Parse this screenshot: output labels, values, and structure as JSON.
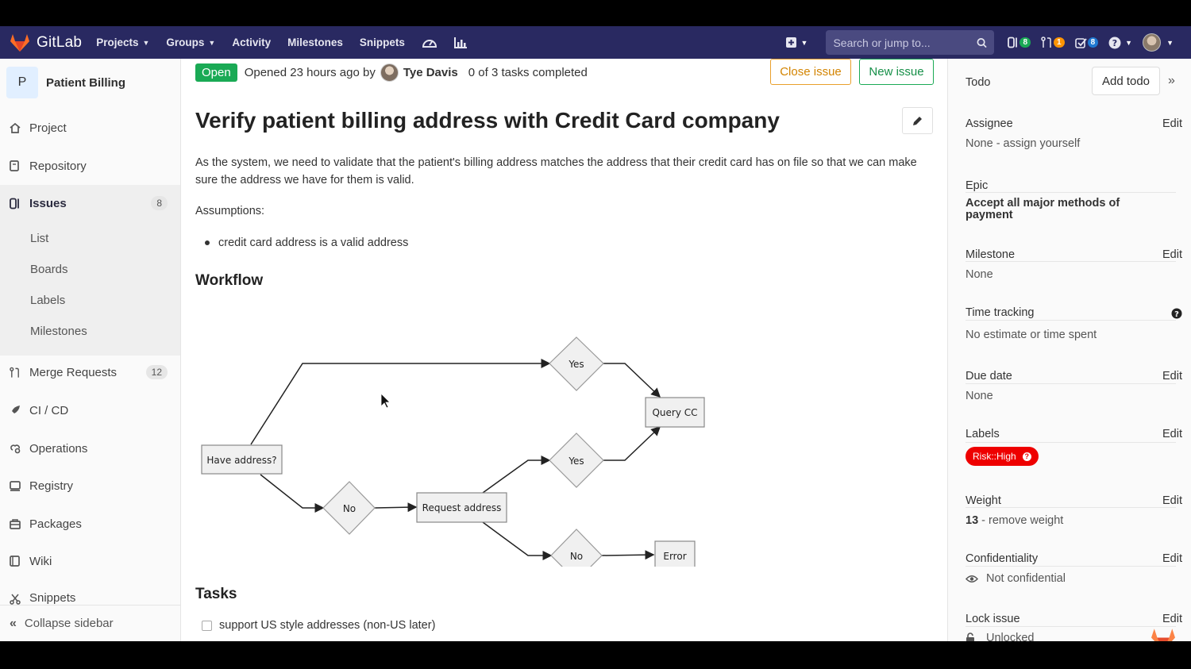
{
  "navbar": {
    "brand": "GitLab",
    "links": [
      {
        "label": "Projects",
        "has_caret": true
      },
      {
        "label": "Groups",
        "has_caret": true
      },
      {
        "label": "Activity",
        "has_caret": false
      },
      {
        "label": "Milestones",
        "has_caret": false
      },
      {
        "label": "Snippets",
        "has_caret": false
      }
    ],
    "search_placeholder": "Search or jump to...",
    "counters": {
      "issues": "8",
      "merge_requests": "1",
      "todos": "8"
    },
    "colors": {
      "bar": "#292961",
      "issues_pill": "#1aaa55",
      "mr_pill": "#fc9403",
      "todos_pill": "#1f78d1"
    }
  },
  "sidebar": {
    "project_initial": "P",
    "project_name": "Patient Billing",
    "items": [
      {
        "label": "Project",
        "icon": "home-icon"
      },
      {
        "label": "Repository",
        "icon": "document-icon"
      },
      {
        "label": "Issues",
        "icon": "issues-icon",
        "badge": "8",
        "active": true
      },
      {
        "label": "Merge Requests",
        "icon": "merge-request-icon",
        "badge": "12"
      },
      {
        "label": "CI / CD",
        "icon": "rocket-icon"
      },
      {
        "label": "Operations",
        "icon": "cloud-gear-icon"
      },
      {
        "label": "Registry",
        "icon": "disk-icon"
      },
      {
        "label": "Packages",
        "icon": "package-icon"
      },
      {
        "label": "Wiki",
        "icon": "book-icon"
      },
      {
        "label": "Snippets",
        "icon": "scissors-icon"
      }
    ],
    "sub_items": [
      "List",
      "Boards",
      "Labels",
      "Milestones"
    ],
    "collapse_label": "Collapse sidebar"
  },
  "issue": {
    "status": "Open",
    "opened_text": "Opened 23 hours ago by",
    "author": "Tye Davis",
    "tasks_text": "0 of 3 tasks completed",
    "close_label": "Close issue",
    "new_label": "New issue",
    "title": "Verify patient billing address with Credit Card company",
    "description": "As the system, we need to validate that the patient's billing address matches the address that their credit card has on file so that we can make sure the address we have for them is valid.",
    "assumptions_label": "Assumptions:",
    "assumptions": [
      "credit card address is a valid address"
    ],
    "workflow_heading": "Workflow",
    "tasks_heading": "Tasks",
    "tasks": [
      "support US style addresses (non-US later)"
    ],
    "colors": {
      "open_badge": "#1aaa55",
      "close_btn": "#e9a02c",
      "new_btn": "#1aaa55"
    }
  },
  "workflow": {
    "nodes": {
      "have_address": "Have address?",
      "yes_top": "Yes",
      "query_cc": "Query CC",
      "no_left": "No",
      "request_address": "Request address",
      "yes_mid": "Yes",
      "no_bottom": "No",
      "error": "Error"
    }
  },
  "right_sidebar": {
    "todo_label": "Todo",
    "add_todo": "Add todo",
    "edit_label": "Edit",
    "assignee": {
      "title": "Assignee",
      "value": "None - assign yourself"
    },
    "epic": {
      "title": "Epic",
      "value": "Accept all major methods of payment"
    },
    "milestone": {
      "title": "Milestone",
      "value": "None"
    },
    "time_tracking": {
      "title": "Time tracking",
      "value": "No estimate or time spent"
    },
    "due_date": {
      "title": "Due date",
      "value": "None"
    },
    "labels": {
      "title": "Labels",
      "value": "Risk::High",
      "color": "#e00000"
    },
    "weight": {
      "title": "Weight",
      "number": "13",
      "remove": "- remove weight"
    },
    "confidentiality": {
      "title": "Confidentiality",
      "value": "Not confidential"
    },
    "lock": {
      "title": "Lock issue",
      "value": "Unlocked"
    }
  }
}
